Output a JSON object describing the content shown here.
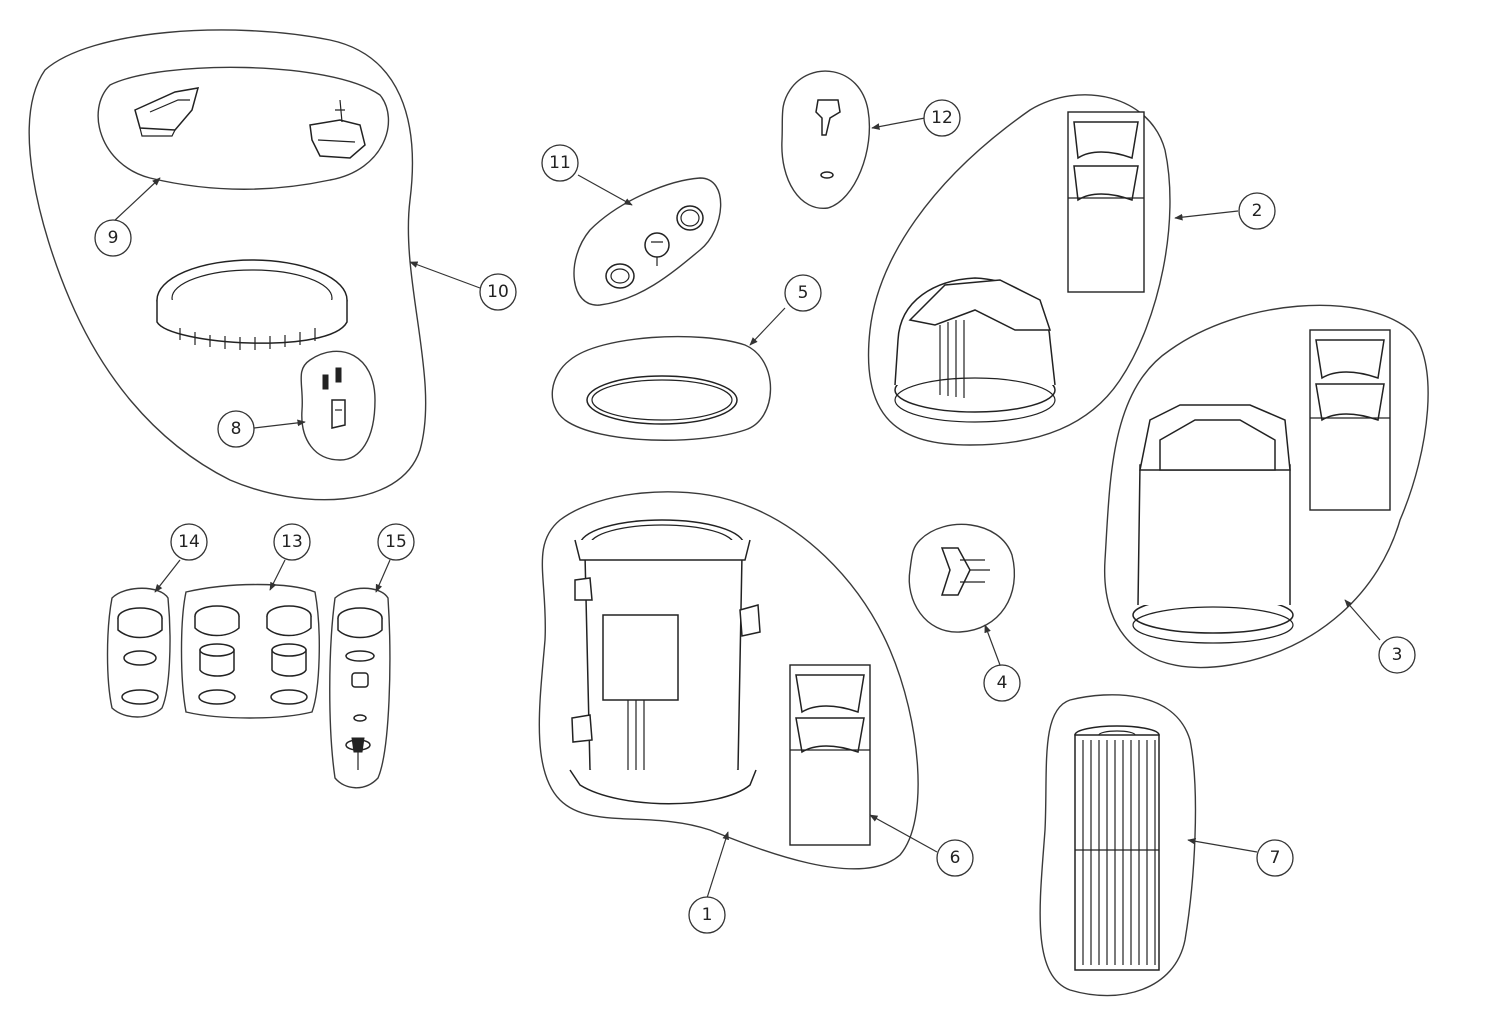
{
  "diagram": {
    "callouts": [
      {
        "label": "1"
      },
      {
        "label": "2"
      },
      {
        "label": "3"
      },
      {
        "label": "4"
      },
      {
        "label": "5"
      },
      {
        "label": "6"
      },
      {
        "label": "7"
      },
      {
        "label": "8"
      },
      {
        "label": "9"
      },
      {
        "label": "10"
      },
      {
        "label": "11"
      },
      {
        "label": "12"
      },
      {
        "label": "13"
      },
      {
        "label": "14"
      },
      {
        "label": "15"
      }
    ]
  }
}
